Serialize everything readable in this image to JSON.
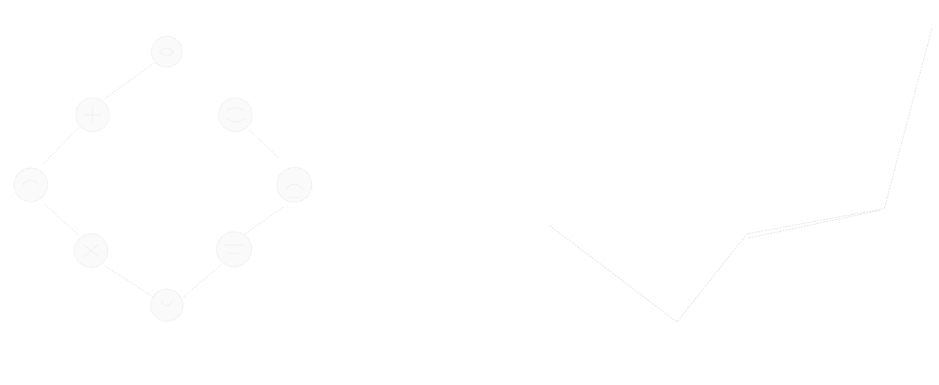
{
  "diagram": {
    "nodes": [
      {
        "id": "top",
        "icon": "circle-node-icon"
      },
      {
        "id": "upper-left",
        "icon": "circle-node-icon"
      },
      {
        "id": "upper-right",
        "icon": "circle-node-icon"
      },
      {
        "id": "left",
        "icon": "circle-node-icon"
      },
      {
        "id": "right",
        "icon": "circle-node-icon"
      },
      {
        "id": "lower-left",
        "icon": "circle-node-icon"
      },
      {
        "id": "lower-right",
        "icon": "circle-node-icon"
      },
      {
        "id": "bottom",
        "icon": "circle-node-icon"
      }
    ],
    "edges": [
      [
        "top",
        "upper-left"
      ],
      [
        "upper-left",
        "left"
      ],
      [
        "left",
        "lower-left"
      ],
      [
        "lower-left",
        "bottom"
      ],
      [
        "bottom",
        "lower-right"
      ],
      [
        "lower-right",
        "right"
      ],
      [
        "right",
        "upper-right"
      ]
    ]
  },
  "colors": {
    "background": "#ffffff",
    "stroke": "#e6e6e6",
    "node_fill": "#fafafa"
  }
}
